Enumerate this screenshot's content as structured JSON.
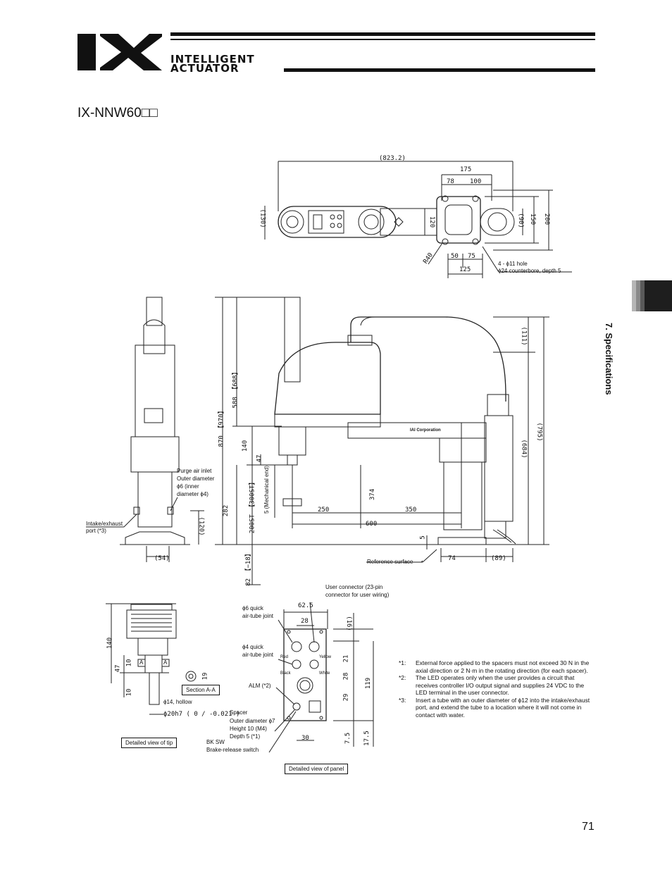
{
  "header": {
    "logo_mark": "IX",
    "logo_line1": "INTELLIGENT",
    "logo_line2": "ACTUATOR"
  },
  "title": "IX-NNW60□□",
  "side_tab": {
    "label": "7. Specifications"
  },
  "top_view": {
    "dims": [
      "(823.2)",
      "175",
      "78",
      "100",
      "(130)",
      "120",
      "(90)",
      "150",
      "200",
      "R40",
      "50",
      "75",
      "125"
    ],
    "hole_note_1": "4 - ϕ11 hole",
    "hole_note_2": "ϕ24 counterbore, depth 5"
  },
  "side_view": {
    "purge_air": [
      "Purge air inlet",
      "Outer diameter",
      "ϕ6 (inner",
      "diameter ϕ4)"
    ],
    "intake": [
      "Intake/exhaust",
      "port (*3)"
    ],
    "dims": [
      "(120)",
      "(54)",
      "870 【970】",
      "588 【688】",
      "140",
      "47",
      "5 (Mechanical end)",
      "200ST 【300ST】",
      "282",
      "250",
      "350",
      "374",
      "600",
      "5",
      "74",
      "(89)",
      "(111)",
      "(684)",
      "(795)",
      "82 【−18】"
    ],
    "ref_surface": "Reference surface",
    "corp": "IAI Corporation"
  },
  "tip_view": {
    "dims": [
      "140",
      "47",
      "10",
      "10",
      "19"
    ],
    "labels": [
      "A",
      "A"
    ],
    "section": "Section A-A",
    "hollow": "ϕ14, hollow",
    "shaft": "ϕ20h7 ( 0 / -0.021 )",
    "caption": "Detailed view of tip"
  },
  "panel_view": {
    "user_conn": [
      "User connector (23-pin",
      "connector for user wiring)"
    ],
    "q6": [
      "ϕ6 quick",
      "air-tube joint"
    ],
    "q4": [
      "ϕ4 quick",
      "air-tube joint"
    ],
    "colors": [
      "Red",
      "Yellow",
      "Black",
      "White"
    ],
    "alm": "ALM (*2)",
    "spacer": [
      "Spacer",
      "Outer diameter ϕ7",
      "Height 10 (M4)",
      "Depth 5 (*1)"
    ],
    "bksw": [
      "BK SW",
      "Brake-release switch"
    ],
    "dims": [
      "62.5",
      "28",
      "(16)",
      "21",
      "28",
      "29",
      "119",
      "30",
      "7.5",
      "17.5"
    ],
    "caption": "Detailed view of panel"
  },
  "notes": [
    {
      "key": "*1:",
      "text": "External force applied to the spacers must not exceed 30 N in the axial direction or 2 N·m in the rotating direction (for each spacer)."
    },
    {
      "key": "*2:",
      "text": "The LED operates only when the user provides a circuit that receives controller I/O output signal and supplies 24 VDC to the LED terminal in the user connector."
    },
    {
      "key": "*3:",
      "text": "Insert a tube with an outer diameter of ϕ12 into the intake/exhaust port, and extend the tube to a location where it will not come in contact with water."
    }
  ],
  "page_number": "71"
}
